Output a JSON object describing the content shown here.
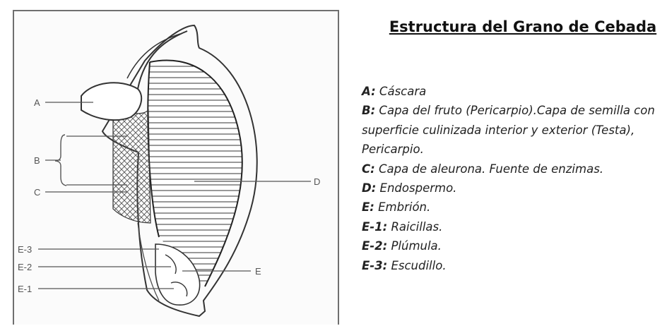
{
  "title": "Estructura del Grano de Cebada",
  "diagram_labels": {
    "A": "A",
    "B": "B",
    "C": "C",
    "D": "D",
    "E": "E",
    "E3": "E-3",
    "E2": "E-2",
    "E1": "E-1"
  },
  "legend": [
    {
      "key": "A:",
      "text": " Cáscara"
    },
    {
      "key": "B:",
      "text": " Capa del fruto (Pericarpio).Capa de semilla con superficie culinizada interior y exterior (Testa), Pericarpio."
    },
    {
      "key": "C:",
      "text": " Capa de aleurona. Fuente de enzimas."
    },
    {
      "key": "D:",
      "text": "  Endospermo."
    },
    {
      "key": "E:",
      "text": " Embrión."
    },
    {
      "key": "E-1:",
      "text": " Raicillas."
    },
    {
      "key": "E-2:",
      "text": " Plúmula."
    },
    {
      "key": "E-3:",
      "text": " Escudillo."
    }
  ]
}
